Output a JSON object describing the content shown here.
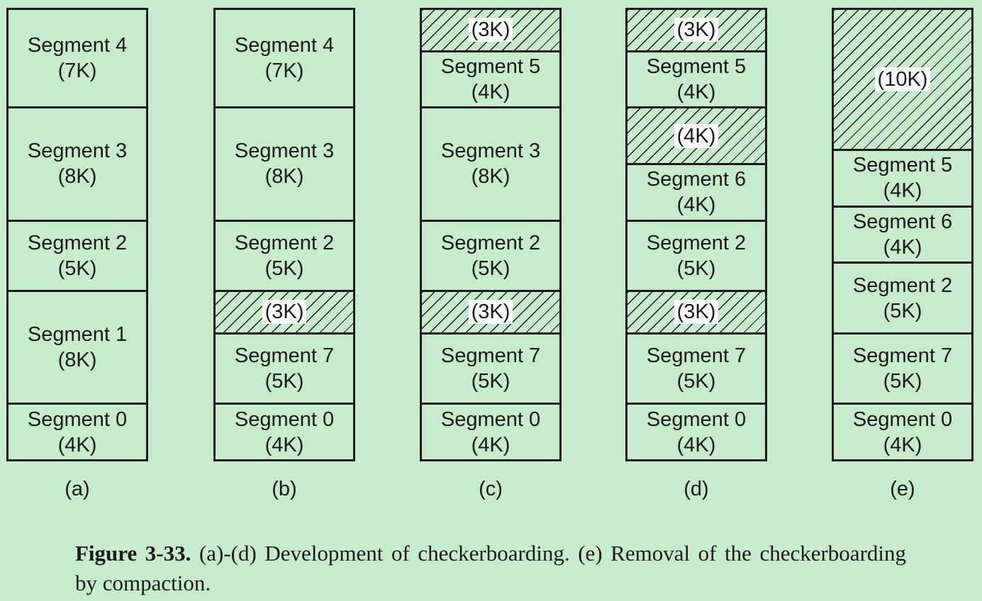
{
  "panels": [
    {
      "label": "(a)",
      "blocks": [
        {
          "name": "Segment 4",
          "size": "(7K)",
          "units": 7
        },
        {
          "name": "Segment 3",
          "size": "(8K)",
          "units": 8
        },
        {
          "name": "Segment 2",
          "size": "(5K)",
          "units": 5
        },
        {
          "name": "Segment 1",
          "size": "(8K)",
          "units": 8
        },
        {
          "name": "Segment 0",
          "size": "(4K)",
          "units": 4
        }
      ]
    },
    {
      "label": "(b)",
      "blocks": [
        {
          "name": "Segment 4",
          "size": "(7K)",
          "units": 7
        },
        {
          "name": "Segment 3",
          "size": "(8K)",
          "units": 8
        },
        {
          "name": "Segment 2",
          "size": "(5K)",
          "units": 5
        },
        {
          "hole": true,
          "size": "(3K)",
          "units": 3
        },
        {
          "name": "Segment 7",
          "size": "(5K)",
          "units": 5
        },
        {
          "name": "Segment 0",
          "size": "(4K)",
          "units": 4
        }
      ]
    },
    {
      "label": "(c)",
      "blocks": [
        {
          "hole": true,
          "size": "(3K)",
          "units": 3
        },
        {
          "name": "Segment 5",
          "size": "(4K)",
          "units": 4
        },
        {
          "name": "Segment 3",
          "size": "(8K)",
          "units": 8
        },
        {
          "name": "Segment 2",
          "size": "(5K)",
          "units": 5
        },
        {
          "hole": true,
          "size": "(3K)",
          "units": 3
        },
        {
          "name": "Segment 7",
          "size": "(5K)",
          "units": 5
        },
        {
          "name": "Segment 0",
          "size": "(4K)",
          "units": 4
        }
      ]
    },
    {
      "label": "(d)",
      "blocks": [
        {
          "hole": true,
          "size": "(3K)",
          "units": 3
        },
        {
          "name": "Segment 5",
          "size": "(4K)",
          "units": 4
        },
        {
          "hole": true,
          "size": "(4K)",
          "units": 4
        },
        {
          "name": "Segment 6",
          "size": "(4K)",
          "units": 4
        },
        {
          "name": "Segment 2",
          "size": "(5K)",
          "units": 5
        },
        {
          "hole": true,
          "size": "(3K)",
          "units": 3
        },
        {
          "name": "Segment 7",
          "size": "(5K)",
          "units": 5
        },
        {
          "name": "Segment 0",
          "size": "(4K)",
          "units": 4
        }
      ]
    },
    {
      "label": "(e)",
      "blocks": [
        {
          "hole": true,
          "size": "(10K)",
          "units": 10
        },
        {
          "name": "Segment 5",
          "size": "(4K)",
          "units": 4
        },
        {
          "name": "Segment 6",
          "size": "(4K)",
          "units": 4
        },
        {
          "name": "Segment 2",
          "size": "(5K)",
          "units": 5
        },
        {
          "name": "Segment 7",
          "size": "(5K)",
          "units": 5
        },
        {
          "name": "Segment 0",
          "size": "(4K)",
          "units": 4
        }
      ]
    }
  ],
  "caption": {
    "figure_number": "Figure 3-33.",
    "text": "(a)-(d) Development of checkerboarding. (e) Removal of the checkerboarding by compaction."
  },
  "colors": {
    "background": "#c8ebcd",
    "line": "#1a1a1a"
  }
}
